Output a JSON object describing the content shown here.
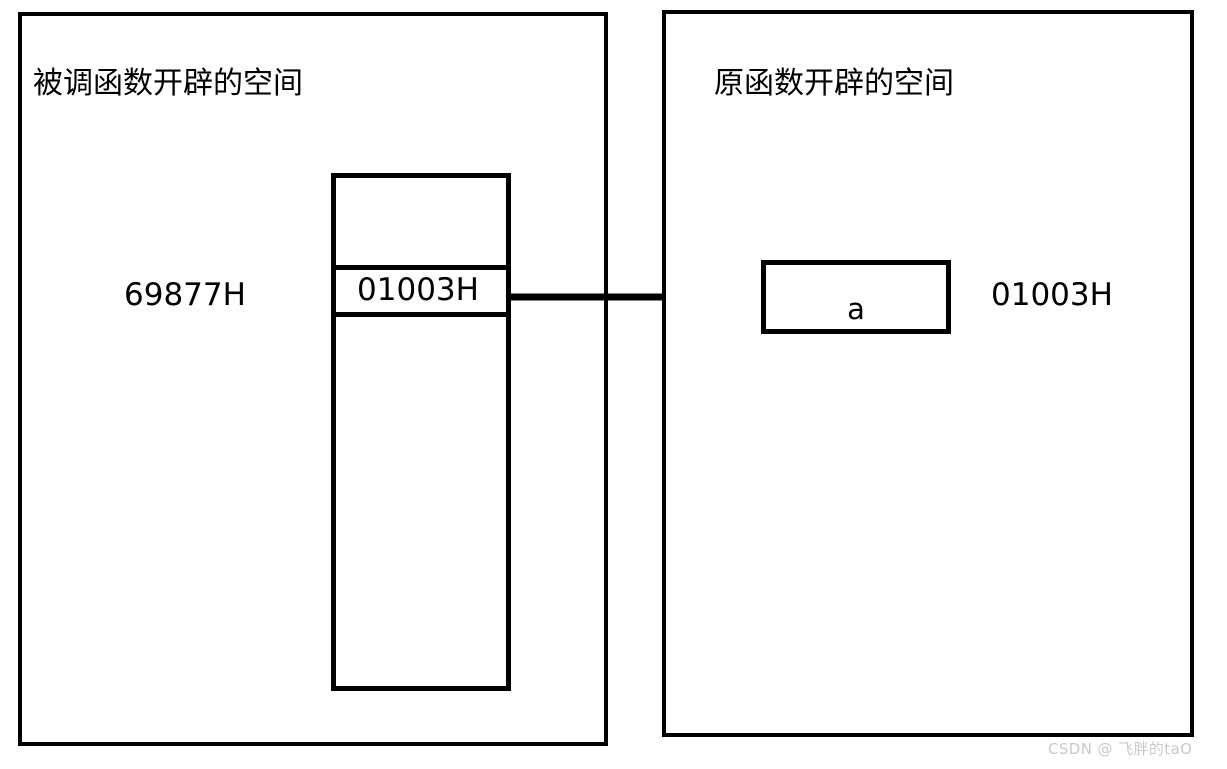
{
  "diagram": {
    "title_semantics": "memory-layout-pointer-diagram",
    "background_color": "#ffffff",
    "line_color": "#000000",
    "panels": [
      {
        "id": "callee",
        "title": "被调函数开辟的空间",
        "address_label": "69877H",
        "stack": {
          "cells": [
            {
              "id": "top",
              "value": ""
            },
            {
              "id": "value",
              "value": "01003H"
            },
            {
              "id": "bottom",
              "value": ""
            }
          ]
        }
      },
      {
        "id": "caller",
        "title": "原函数开辟的空间",
        "variable_box_label": "a",
        "address_label": "01003H"
      }
    ],
    "arrow": {
      "name": "pointer-arrow",
      "direction": "left-to-right",
      "style": "open-chevron-head",
      "from": "callee-stack-value-cell",
      "to": "caller-variable-box-a"
    },
    "watermark": "CSDN @ 飞胖的taO"
  }
}
